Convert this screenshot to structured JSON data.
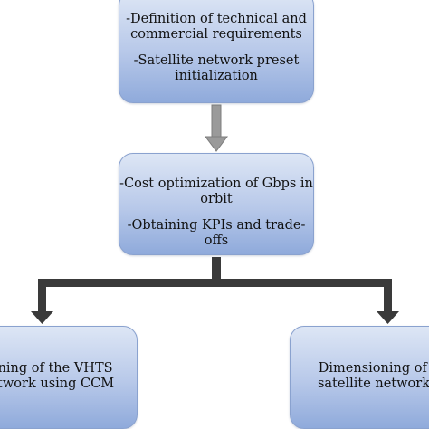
{
  "diagram": {
    "nodes": [
      {
        "id": "requirements",
        "lines": [
          "-Definition of technical and",
          "commercial requirements",
          "",
          "-Satellite network preset",
          "initialization"
        ]
      },
      {
        "id": "optimization",
        "lines": [
          "-Cost optimization of Gbps in",
          "orbit",
          "",
          "-Obtaining KPIs and trade-offs"
        ]
      },
      {
        "id": "ccm",
        "lines": [
          "nsioning of the VHTS",
          "e network using CCM"
        ]
      },
      {
        "id": "other",
        "lines": [
          "Dimensioning of the",
          "satellite network usi"
        ]
      }
    ],
    "colors": {
      "node_fill_top": "#dde6f5",
      "node_fill_bottom": "#8faadb",
      "node_border": "#8aa2cf",
      "arrow_gray": "#9a9a9a",
      "connector_dark": "#3a3a3a"
    }
  }
}
